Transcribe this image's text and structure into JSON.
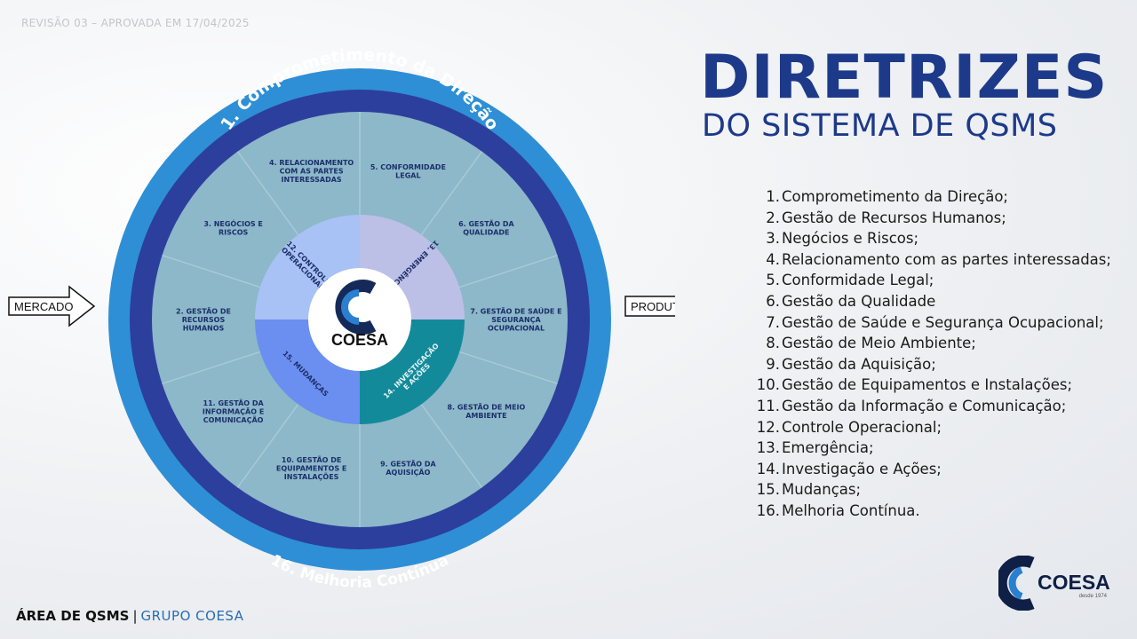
{
  "revision": "REVISÃO 03 – APROVADA EM 17/04/2025",
  "title": {
    "main": "DIRETRIZES",
    "sub": "DO SISTEMA DE QSMS"
  },
  "diagram": {
    "outer_top_label": "1. Comprometimento da Direção",
    "outer_bottom_label": "16. Melhoria Contínua",
    "segments": [
      {
        "id": "seg-5",
        "lines": [
          "5. CONFORMIDADE",
          "LEGAL"
        ]
      },
      {
        "id": "seg-6",
        "lines": [
          "6. GESTÃO DA",
          "QUALIDADE"
        ]
      },
      {
        "id": "seg-7",
        "lines": [
          "7. GESTÃO DE SAÚDE E",
          "SEGURANÇA",
          "OCUPACIONAL"
        ]
      },
      {
        "id": "seg-8",
        "lines": [
          "8. GESTÃO DE MEIO",
          "AMBIENTE"
        ]
      },
      {
        "id": "seg-9",
        "lines": [
          "9. GESTÃO DA",
          "AQUISIÇÃO"
        ]
      },
      {
        "id": "seg-10",
        "lines": [
          "10. GESTÃO DE",
          "EQUIPAMENTOS E",
          "INSTALAÇÕES"
        ]
      },
      {
        "id": "seg-11",
        "lines": [
          "11. GESTÃO DA",
          "INFORMAÇÃO E",
          "COMUNICAÇÃO"
        ]
      },
      {
        "id": "seg-2",
        "lines": [
          "2. GESTÃO DE",
          "RECURSOS",
          "HUMANOS"
        ]
      },
      {
        "id": "seg-3",
        "lines": [
          "3. NEGÓCIOS E",
          "RISCOS"
        ]
      },
      {
        "id": "seg-4",
        "lines": [
          "4. RELACIONAMENTO",
          "COM AS PARTES",
          "INTERESSADAS"
        ]
      }
    ],
    "inner": [
      {
        "id": "inner-12",
        "lines": [
          "12. CONTROLE",
          "OPERACIONAL"
        ],
        "color": "#a8c2f5"
      },
      {
        "id": "inner-13",
        "lines": [
          "13. EMERGÊNCIA"
        ],
        "color": "#bcc0e6"
      },
      {
        "id": "inner-14",
        "lines": [
          "14. INVESTIGAÇÃO",
          "E AÇÕES"
        ],
        "color": "#138a9a"
      },
      {
        "id": "inner-15",
        "lines": [
          "15. MUDANÇAS"
        ],
        "color": "#6b8ff0"
      }
    ],
    "center_logo_text": "COESA",
    "input_label": "MERCADO",
    "output_label": "PRODUTO"
  },
  "colors": {
    "outer_ring": "#2e8fd6",
    "dark_ring": "#2c3f9d",
    "segments": "#8cb8c9",
    "title": "#1d3a8a"
  },
  "list": [
    {
      "num": "1.",
      "text": "Comprometimento da Direção;"
    },
    {
      "num": "2.",
      "text": "Gestão de Recursos Humanos;"
    },
    {
      "num": "3.",
      "text": "Negócios e Riscos;"
    },
    {
      "num": "4.",
      "text": "Relacionamento com as partes interessadas;"
    },
    {
      "num": "5.",
      "text": "Conformidade Legal;"
    },
    {
      "num": "6.",
      "text": "Gestão da Qualidade"
    },
    {
      "num": "7.",
      "text": "Gestão de Saúde e Segurança Ocupacional;"
    },
    {
      "num": "8.",
      "text": "Gestão de Meio Ambiente;"
    },
    {
      "num": "9.",
      "text": "Gestão da Aquisição;"
    },
    {
      "num": "10.",
      "text": "Gestão de Equipamentos e Instalações;"
    },
    {
      "num": "11.",
      "text": "Gestão da Informação e Comunicação;"
    },
    {
      "num": "12.",
      "text": "Controle Operacional;"
    },
    {
      "num": "13.",
      "text": "Emergência;"
    },
    {
      "num": "14.",
      "text": "Investigação e Ações;"
    },
    {
      "num": "15.",
      "text": "Mudanças;"
    },
    {
      "num": "16.",
      "text": "Melhoria Contínua."
    }
  ],
  "footer": {
    "area": "ÁREA DE QSMS",
    "separator": "|",
    "group": "GRUPO COESA"
  },
  "brand_logo": {
    "name": "COESA",
    "tagline": "desde 1974"
  }
}
